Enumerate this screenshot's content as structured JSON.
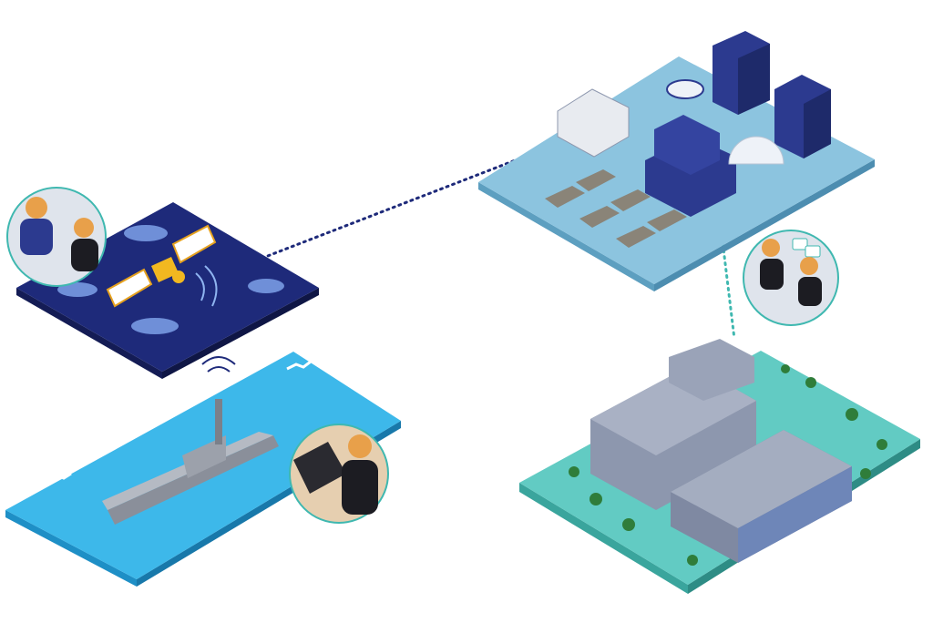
{
  "illustration": {
    "scenes": [
      "satellite-space-segment",
      "naval-ship-at-sea",
      "ground-station",
      "industrial-facility"
    ],
    "colors": {
      "space_tile": "#1e2a7a",
      "space_tile_side": "#141c55",
      "sea_tile": "#3db8ea",
      "sea_tile_side": "#1e8fc6",
      "ground_tile": "#8cc4df",
      "ground_tile_side": "#5d9fc0",
      "factory_tile": "#62cbc3",
      "factory_tile_side": "#3aa59d",
      "link_navy": "#1e2a7a",
      "link_teal": "#3fb8b0",
      "building_blue": "#2c3a8f",
      "building_grey": "#8d97ae"
    }
  }
}
